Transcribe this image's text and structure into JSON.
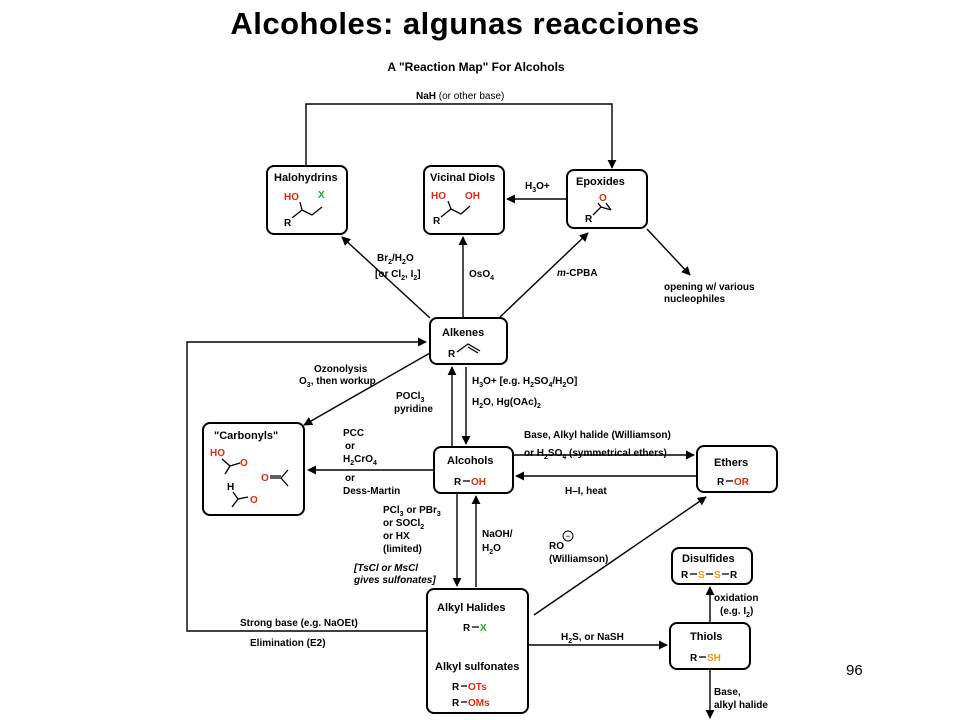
{
  "slide": {
    "title": "Alcoholes: algunas reacciones",
    "page_number": "96"
  },
  "diagram": {
    "title": "A \"Reaction Map\" For Alcohols",
    "nodes": {
      "halohydrins": {
        "title": "Halohydrins",
        "ho": "HO",
        "x": "X",
        "r": "R"
      },
      "vicinal_diols": {
        "title": "Vicinal Diols",
        "ho": "HO",
        "oh": "OH",
        "r": "R"
      },
      "epoxides": {
        "title": "Epoxides",
        "o": "O",
        "r": "R"
      },
      "alkenes": {
        "title": "Alkenes",
        "r": "R"
      },
      "carbonyls": {
        "title": "\"Carbonyls\"",
        "ho": "HO",
        "o1": "O",
        "o2": "O",
        "h": "H",
        "o3": "O"
      },
      "alcohols": {
        "title": "Alcohols",
        "r": "R",
        "oh": "OH"
      },
      "ethers": {
        "title": "Ethers",
        "r": "R",
        "or": "OR"
      },
      "alkyl_halides": {
        "title": "Alkyl Halides",
        "r": "R",
        "x": "X",
        "subtitle": "Alkyl sulfonates",
        "r2": "R",
        "ots": "OTs",
        "r3": "R",
        "oms": "OMs"
      },
      "disulfides": {
        "title": "Disulfides",
        "r1": "R",
        "s1": "S",
        "s2": "S",
        "r2": "R"
      },
      "thiols": {
        "title": "Thiols",
        "r": "R",
        "sh": "SH"
      }
    },
    "labels": {
      "nah_a": "NaH",
      "nah_b": " (or other base)",
      "h3o_a": "H",
      "h3o_sub": "3",
      "h3o_b": "O+",
      "br2_a": "Br",
      "br2_sub": "2",
      "br2_b": "/H",
      "br2_sub2": "2",
      "br2_c": "O",
      "cl2_a": "[or Cl",
      "cl2_sub": "2",
      "cl2_b": ", I",
      "cl2_sub2": "2",
      "cl2_c": "]",
      "oso4_a": "OsO",
      "oso4_sub": "4",
      "mcpba_a": "m",
      "mcpba_b": "-CPBA",
      "opening_1": "opening w/ various",
      "opening_2": "nucleophiles",
      "ozonolysis_1": "Ozonolysis",
      "ozonolysis_2a": "O",
      "ozonolysis_2sub": "3",
      "ozonolysis_2b": ", then workup",
      "pocl3_a": "POCl",
      "pocl3_sub": "3",
      "pyridine": "pyridine",
      "hydration_1a": "H",
      "hydration_1sub": "3",
      "hydration_1b": "O+ [e.g. H",
      "hydration_1sub2": "2",
      "hydration_1c": "SO",
      "hydration_1sub3": "4",
      "hydration_1d": "/H",
      "hydration_1sub4": "2",
      "hydration_1e": "O]",
      "hydration_2a": "H",
      "hydration_2sub": "2",
      "hydration_2b": "O, Hg(OAc)",
      "hydration_2sub2": "2",
      "pcc": "PCC",
      "or_1": "or",
      "h2cro4_a": "H",
      "h2cro4_sub": "2",
      "h2cro4_b": "CrO",
      "h2cro4_sub2": "4",
      "or_2": "or",
      "dess_martin": "Dess-Martin",
      "williamson_1": "Base, Alkyl halide (Williamson)",
      "williamson_2a": "or H",
      "williamson_2sub": "2",
      "williamson_2b": "SO",
      "williamson_2sub2": "4",
      "williamson_2c": " (symmetrical ethers)",
      "hi_heat": "H–I, heat",
      "pcl3_a": "PCl",
      "pcl3_sub": "3",
      "pcl3_b": " or PBr",
      "pcl3_sub2": "3",
      "socl2_a": "or SOCl",
      "socl2_sub": "2",
      "hx": "or HX",
      "limited": "(limited)",
      "tscl_1": "[TsCl or MsCl",
      "tscl_2": "gives sulfonates]",
      "naoh_1": "NaOH/",
      "naoh_2a": "H",
      "naoh_2sub": "2",
      "naoh_2b": "O",
      "ro": "RO",
      "ro_charge": "−",
      "ro_williamson": "(Williamson)",
      "oxidation_1": "oxidation",
      "oxidation_2a": "(e.g. I",
      "oxidation_2sub": "2",
      "oxidation_2b": ")",
      "strong_base": "Strong base (e.g. NaOEt)",
      "elimination": "Elimination (E2)",
      "h2s_a": "H",
      "h2s_sub": "2",
      "h2s_b": "S, or NaSH",
      "base_1": "Base,",
      "base_2": "alkyl halide"
    }
  }
}
